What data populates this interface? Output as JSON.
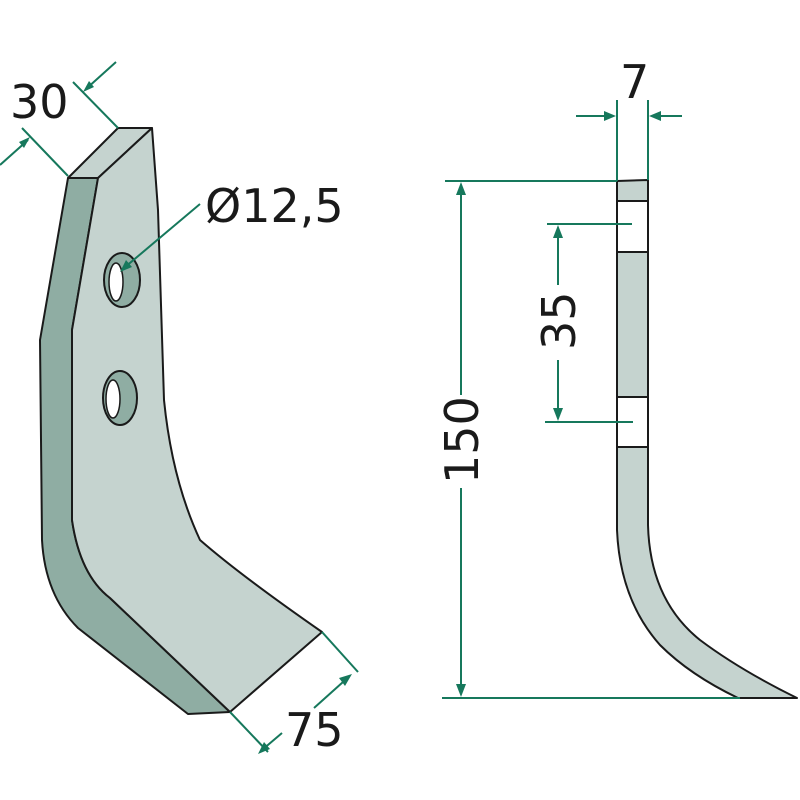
{
  "dimensions": {
    "width_top": "30",
    "hole_diameter": "Ø12,5",
    "width_bottom": "75",
    "thickness": "7",
    "hole_spacing": "35",
    "height": "150"
  },
  "colors": {
    "face": "#c5d3cf",
    "side": "#8fada3",
    "dimension_line": "#16785c",
    "outline": "#1a1a1a"
  }
}
